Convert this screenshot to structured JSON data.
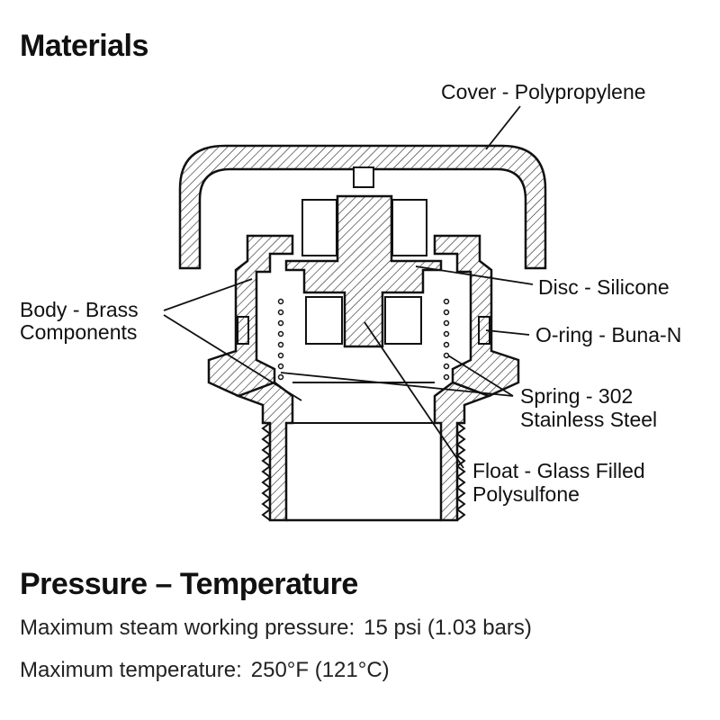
{
  "title": "Materials",
  "labels": {
    "cover": "Cover - Polypropylene",
    "disc": "Disc - Silicone",
    "body_line1": "Body - Brass",
    "body_line2": "Components",
    "oring": "O-ring - Buna-N",
    "spring_line1": "Spring - 302",
    "spring_line2": "Stainless Steel",
    "float_line1": "Float - Glass Filled",
    "float_line2": "Polysulfone"
  },
  "section2_title": "Pressure – Temperature",
  "specs": [
    {
      "label": "Maximum steam working pressure:",
      "value": "15 psi (1.03 bars)"
    },
    {
      "label": "Maximum temperature:",
      "value": "250°F (121°C)"
    }
  ]
}
